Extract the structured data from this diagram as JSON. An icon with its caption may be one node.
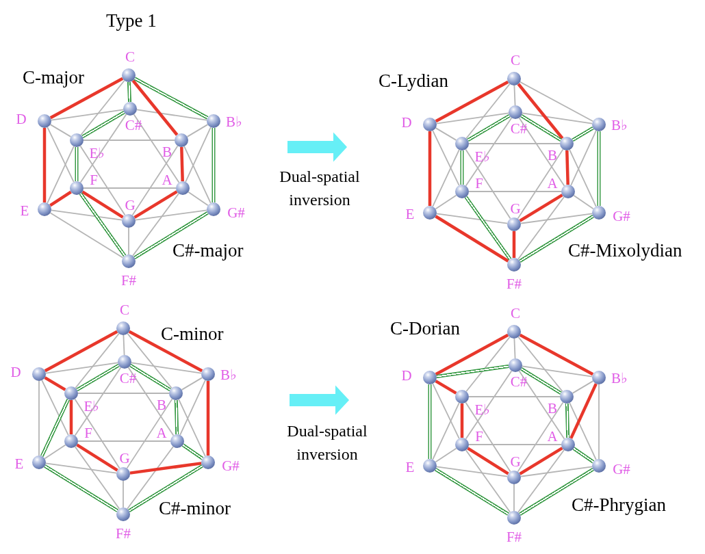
{
  "diagram": {
    "title": "Type 1",
    "nodes": [
      {
        "text": [],
        "shape": "circle",
        "beside": [
          "C"
        ]
      },
      {
        "text": [],
        "shape": "circle",
        "beside": [
          "C#"
        ]
      },
      {
        "text": [],
        "shape": "circle",
        "beside": [
          "D"
        ]
      },
      {
        "text": [],
        "shape": "circle",
        "beside": [
          "B♭"
        ]
      },
      {
        "text": [],
        "shape": "circle",
        "beside": [
          "E♭"
        ]
      },
      {
        "text": [],
        "shape": "circle",
        "beside": [
          "B"
        ]
      },
      {
        "text": [],
        "shape": "circle",
        "beside": [
          "F"
        ]
      },
      {
        "text": [],
        "shape": "circle",
        "beside": [
          "A"
        ]
      },
      {
        "text": [],
        "shape": "circle",
        "beside": [
          "E"
        ]
      },
      {
        "text": [],
        "shape": "circle",
        "beside": [
          "G#"
        ]
      },
      {
        "text": [],
        "shape": "circle",
        "beside": [
          "G"
        ]
      },
      {
        "text": [],
        "shape": "circle",
        "beside": [
          "F#"
        ]
      },
      {
        "text": [],
        "shape": "circle",
        "beside": [
          "C"
        ]
      },
      {
        "text": [],
        "shape": "circle",
        "beside": [
          "C#"
        ]
      },
      {
        "text": [],
        "shape": "circle",
        "beside": [
          "D"
        ]
      },
      {
        "text": [],
        "shape": "circle",
        "beside": [
          "B♭"
        ]
      },
      {
        "text": [],
        "shape": "circle",
        "beside": [
          "E♭"
        ]
      },
      {
        "text": [],
        "shape": "circle",
        "beside": [
          "B"
        ]
      },
      {
        "text": [],
        "shape": "circle",
        "beside": [
          "F"
        ]
      },
      {
        "text": [],
        "shape": "circle",
        "beside": [
          "A"
        ]
      },
      {
        "text": [],
        "shape": "circle",
        "beside": [
          "E"
        ]
      },
      {
        "text": [],
        "shape": "circle",
        "beside": [
          "G#"
        ]
      },
      {
        "text": [],
        "shape": "circle",
        "beside": [
          "G"
        ]
      },
      {
        "text": [],
        "shape": "circle",
        "beside": [
          "F#"
        ]
      },
      {
        "text": [],
        "shape": "circle",
        "beside": [
          "C"
        ]
      },
      {
        "text": [],
        "shape": "circle",
        "beside": [
          "C#"
        ]
      },
      {
        "text": [],
        "shape": "circle",
        "beside": [
          "D"
        ]
      },
      {
        "text": [],
        "shape": "circle",
        "beside": [
          "B♭"
        ]
      },
      {
        "text": [],
        "shape": "circle",
        "beside": [
          "E♭"
        ]
      },
      {
        "text": [],
        "shape": "circle",
        "beside": [
          "B"
        ]
      },
      {
        "text": [],
        "shape": "circle",
        "beside": [
          "F"
        ]
      },
      {
        "text": [],
        "shape": "circle",
        "beside": [
          "A"
        ]
      },
      {
        "text": [],
        "shape": "circle",
        "beside": [
          "E"
        ]
      },
      {
        "text": [],
        "shape": "circle",
        "beside": [
          "G#"
        ]
      },
      {
        "text": [],
        "shape": "circle",
        "beside": [
          "G"
        ]
      },
      {
        "text": [],
        "shape": "circle",
        "beside": [
          "F#"
        ]
      },
      {
        "text": [],
        "shape": "circle",
        "beside": [
          "C"
        ]
      },
      {
        "text": [],
        "shape": "circle",
        "beside": [
          "C#"
        ]
      },
      {
        "text": [],
        "shape": "circle",
        "beside": [
          "D"
        ]
      },
      {
        "text": [],
        "shape": "circle",
        "beside": [
          "B♭"
        ]
      },
      {
        "text": [],
        "shape": "circle",
        "beside": [
          "E♭"
        ]
      },
      {
        "text": [],
        "shape": "circle",
        "beside": [
          "B"
        ]
      },
      {
        "text": [],
        "shape": "circle",
        "beside": [
          "F"
        ]
      },
      {
        "text": [],
        "shape": "circle",
        "beside": [
          "A"
        ]
      },
      {
        "text": [],
        "shape": "circle",
        "beside": [
          "E"
        ]
      },
      {
        "text": [],
        "shape": "circle",
        "beside": [
          "G#"
        ]
      },
      {
        "text": [],
        "shape": "circle",
        "beside": [
          "G"
        ]
      },
      {
        "text": [],
        "shape": "circle",
        "beside": [
          "F#"
        ]
      }
    ],
    "edges": [
      {
        "from": 0,
        "to": 2,
        "arrow": "none",
        "style": "thick",
        "color": "#e8372b"
      },
      {
        "from": 2,
        "to": 8,
        "arrow": "none",
        "style": "thick",
        "color": "#e8372b"
      },
      {
        "from": 8,
        "to": 6,
        "arrow": "none",
        "style": "thick",
        "color": "#e8372b"
      },
      {
        "from": 6,
        "to": 10,
        "arrow": "none",
        "style": "thick",
        "color": "#e8372b"
      },
      {
        "from": 10,
        "to": 7,
        "arrow": "none",
        "style": "thick",
        "color": "#e8372b"
      },
      {
        "from": 7,
        "to": 5,
        "arrow": "none",
        "style": "thick",
        "color": "#e8372b"
      },
      {
        "from": 5,
        "to": 0,
        "arrow": "none",
        "style": "thick",
        "color": "#e8372b"
      },
      {
        "from": 0,
        "to": 1,
        "arrow": "none",
        "color": "#3a9b47"
      },
      {
        "from": 1,
        "to": 4,
        "arrow": "none",
        "color": "#3a9b47"
      },
      {
        "from": 4,
        "to": 6,
        "arrow": "none",
        "color": "#3a9b47"
      },
      {
        "from": 6,
        "to": 11,
        "arrow": "none",
        "color": "#3a9b47"
      },
      {
        "from": 11,
        "to": 9,
        "arrow": "none",
        "color": "#3a9b47"
      },
      {
        "from": 9,
        "to": 3,
        "arrow": "none",
        "color": "#3a9b47"
      },
      {
        "from": 3,
        "to": 0,
        "arrow": "none",
        "color": "#3a9b47"
      },
      {
        "from": 11,
        "to": 8,
        "arrow": "none"
      },
      {
        "from": 3,
        "to": 5,
        "arrow": "none"
      },
      {
        "from": 9,
        "to": 7,
        "arrow": "none"
      },
      {
        "from": 11,
        "to": 10,
        "arrow": "none"
      },
      {
        "from": 2,
        "to": 4,
        "arrow": "none"
      },
      {
        "from": 1,
        "to": 2,
        "arrow": "none"
      },
      {
        "from": 1,
        "to": 3,
        "arrow": "none"
      },
      {
        "from": 5,
        "to": 9,
        "arrow": "none"
      },
      {
        "from": 7,
        "to": 3,
        "arrow": "none"
      },
      {
        "from": 7,
        "to": 11,
        "arrow": "none"
      },
      {
        "from": 10,
        "to": 9,
        "arrow": "none"
      },
      {
        "from": 10,
        "to": 8,
        "arrow": "none"
      },
      {
        "from": 6,
        "to": 2,
        "arrow": "none"
      },
      {
        "from": 4,
        "to": 8,
        "arrow": "none"
      },
      {
        "from": 4,
        "to": 0,
        "arrow": "none"
      },
      {
        "from": 1,
        "to": 6,
        "arrow": "none"
      },
      {
        "from": 6,
        "to": 7,
        "arrow": "none"
      },
      {
        "from": 7,
        "to": 1,
        "arrow": "none"
      },
      {
        "from": 5,
        "to": 10,
        "arrow": "none"
      },
      {
        "from": 10,
        "to": 4,
        "arrow": "none"
      },
      {
        "from": 4,
        "to": 5,
        "arrow": "none"
      },
      {
        "from": 12,
        "to": 14,
        "arrow": "none",
        "style": "thick",
        "color": "#e8372b"
      },
      {
        "from": 14,
        "to": 20,
        "arrow": "none",
        "style": "thick",
        "color": "#e8372b"
      },
      {
        "from": 20,
        "to": 23,
        "arrow": "none",
        "style": "thick",
        "color": "#e8372b"
      },
      {
        "from": 23,
        "to": 22,
        "arrow": "none",
        "style": "thick",
        "color": "#e8372b"
      },
      {
        "from": 22,
        "to": 19,
        "arrow": "none",
        "style": "thick",
        "color": "#e8372b"
      },
      {
        "from": 19,
        "to": 17,
        "arrow": "none",
        "style": "thick",
        "color": "#e8372b"
      },
      {
        "from": 17,
        "to": 12,
        "arrow": "none",
        "style": "thick",
        "color": "#e8372b"
      },
      {
        "from": 13,
        "to": 16,
        "arrow": "none",
        "color": "#3a9b47"
      },
      {
        "from": 16,
        "to": 18,
        "arrow": "none",
        "color": "#3a9b47"
      },
      {
        "from": 18,
        "to": 23,
        "arrow": "none",
        "color": "#3a9b47"
      },
      {
        "from": 23,
        "to": 21,
        "arrow": "none",
        "color": "#3a9b47"
      },
      {
        "from": 21,
        "to": 15,
        "arrow": "none",
        "color": "#3a9b47"
      },
      {
        "from": 15,
        "to": 17,
        "arrow": "none",
        "color": "#3a9b47"
      },
      {
        "from": 17,
        "to": 13,
        "arrow": "none",
        "color": "#3a9b47"
      },
      {
        "from": 12,
        "to": 15,
        "arrow": "none"
      },
      {
        "from": 12,
        "to": 13,
        "arrow": "none"
      },
      {
        "from": 21,
        "to": 19,
        "arrow": "none"
      },
      {
        "from": 20,
        "to": 18,
        "arrow": "none"
      },
      {
        "from": 14,
        "to": 16,
        "arrow": "none"
      },
      {
        "from": 13,
        "to": 14,
        "arrow": "none"
      },
      {
        "from": 13,
        "to": 15,
        "arrow": "none"
      },
      {
        "from": 17,
        "to": 21,
        "arrow": "none"
      },
      {
        "from": 19,
        "to": 15,
        "arrow": "none"
      },
      {
        "from": 19,
        "to": 23,
        "arrow": "none"
      },
      {
        "from": 22,
        "to": 21,
        "arrow": "none"
      },
      {
        "from": 22,
        "to": 20,
        "arrow": "none"
      },
      {
        "from": 18,
        "to": 14,
        "arrow": "none"
      },
      {
        "from": 16,
        "to": 20,
        "arrow": "none"
      },
      {
        "from": 16,
        "to": 12,
        "arrow": "none"
      },
      {
        "from": 13,
        "to": 18,
        "arrow": "none"
      },
      {
        "from": 18,
        "to": 19,
        "arrow": "none"
      },
      {
        "from": 19,
        "to": 13,
        "arrow": "none"
      },
      {
        "from": 17,
        "to": 22,
        "arrow": "none"
      },
      {
        "from": 22,
        "to": 16,
        "arrow": "none"
      },
      {
        "from": 16,
        "to": 17,
        "arrow": "none"
      },
      {
        "from": 24,
        "to": 26,
        "arrow": "none",
        "style": "thick",
        "color": "#e8372b"
      },
      {
        "from": 26,
        "to": 28,
        "arrow": "none",
        "style": "thick",
        "color": "#e8372b"
      },
      {
        "from": 28,
        "to": 30,
        "arrow": "none",
        "style": "thick",
        "color": "#e8372b"
      },
      {
        "from": 30,
        "to": 34,
        "arrow": "none",
        "style": "thick",
        "color": "#e8372b"
      },
      {
        "from": 34,
        "to": 33,
        "arrow": "none",
        "style": "thick",
        "color": "#e8372b"
      },
      {
        "from": 33,
        "to": 27,
        "arrow": "none",
        "style": "thick",
        "color": "#e8372b"
      },
      {
        "from": 27,
        "to": 24,
        "arrow": "none",
        "style": "thick",
        "color": "#e8372b"
      },
      {
        "from": 25,
        "to": 28,
        "arrow": "none",
        "color": "#3a9b47"
      },
      {
        "from": 28,
        "to": 32,
        "arrow": "none",
        "color": "#3a9b47"
      },
      {
        "from": 32,
        "to": 35,
        "arrow": "none",
        "color": "#3a9b47"
      },
      {
        "from": 35,
        "to": 33,
        "arrow": "none",
        "color": "#3a9b47"
      },
      {
        "from": 33,
        "to": 31,
        "arrow": "none",
        "color": "#3a9b47"
      },
      {
        "from": 31,
        "to": 29,
        "arrow": "none",
        "color": "#3a9b47"
      },
      {
        "from": 29,
        "to": 25,
        "arrow": "none",
        "color": "#3a9b47"
      },
      {
        "from": 32,
        "to": 26,
        "arrow": "none"
      },
      {
        "from": 24,
        "to": 25,
        "arrow": "none"
      },
      {
        "from": 27,
        "to": 29,
        "arrow": "none"
      },
      {
        "from": 35,
        "to": 34,
        "arrow": "none"
      },
      {
        "from": 32,
        "to": 30,
        "arrow": "none"
      },
      {
        "from": 25,
        "to": 26,
        "arrow": "none"
      },
      {
        "from": 25,
        "to": 27,
        "arrow": "none"
      },
      {
        "from": 29,
        "to": 24,
        "arrow": "none"
      },
      {
        "from": 29,
        "to": 33,
        "arrow": "none"
      },
      {
        "from": 31,
        "to": 27,
        "arrow": "none"
      },
      {
        "from": 31,
        "to": 35,
        "arrow": "none"
      },
      {
        "from": 34,
        "to": 32,
        "arrow": "none"
      },
      {
        "from": 30,
        "to": 35,
        "arrow": "none"
      },
      {
        "from": 30,
        "to": 26,
        "arrow": "none"
      },
      {
        "from": 28,
        "to": 24,
        "arrow": "none"
      },
      {
        "from": 25,
        "to": 30,
        "arrow": "none"
      },
      {
        "from": 30,
        "to": 31,
        "arrow": "none"
      },
      {
        "from": 31,
        "to": 25,
        "arrow": "none"
      },
      {
        "from": 29,
        "to": 34,
        "arrow": "none"
      },
      {
        "from": 34,
        "to": 28,
        "arrow": "none"
      },
      {
        "from": 28,
        "to": 29,
        "arrow": "none"
      },
      {
        "from": 36,
        "to": 38,
        "arrow": "none",
        "style": "thick",
        "color": "#e8372b"
      },
      {
        "from": 38,
        "to": 40,
        "arrow": "none",
        "style": "thick",
        "color": "#e8372b"
      },
      {
        "from": 40,
        "to": 42,
        "arrow": "none",
        "style": "thick",
        "color": "#e8372b"
      },
      {
        "from": 42,
        "to": 46,
        "arrow": "none",
        "style": "thick",
        "color": "#e8372b"
      },
      {
        "from": 46,
        "to": 43,
        "arrow": "none",
        "style": "thick",
        "color": "#e8372b"
      },
      {
        "from": 43,
        "to": 39,
        "arrow": "none",
        "style": "thick",
        "color": "#e8372b"
      },
      {
        "from": 39,
        "to": 36,
        "arrow": "none",
        "style": "thick",
        "color": "#e8372b"
      },
      {
        "from": 37,
        "to": 38,
        "arrow": "none",
        "color": "#3a9b47"
      },
      {
        "from": 38,
        "to": 44,
        "arrow": "none",
        "color": "#3a9b47"
      },
      {
        "from": 44,
        "to": 47,
        "arrow": "none",
        "color": "#3a9b47"
      },
      {
        "from": 47,
        "to": 45,
        "arrow": "none",
        "color": "#3a9b47"
      },
      {
        "from": 45,
        "to": 43,
        "arrow": "none",
        "color": "#3a9b47"
      },
      {
        "from": 43,
        "to": 41,
        "arrow": "none",
        "color": "#3a9b47"
      },
      {
        "from": 41,
        "to": 37,
        "arrow": "none",
        "color": "#3a9b47"
      },
      {
        "from": 39,
        "to": 45,
        "arrow": "none"
      },
      {
        "from": 36,
        "to": 37,
        "arrow": "none"
      },
      {
        "from": 39,
        "to": 41,
        "arrow": "none"
      },
      {
        "from": 47,
        "to": 46,
        "arrow": "none"
      },
      {
        "from": 44,
        "to": 42,
        "arrow": "none"
      },
      {
        "from": 37,
        "to": 39,
        "arrow": "none"
      },
      {
        "from": 41,
        "to": 36,
        "arrow": "none"
      },
      {
        "from": 41,
        "to": 45,
        "arrow": "none"
      },
      {
        "from": 43,
        "to": 47,
        "arrow": "none"
      },
      {
        "from": 46,
        "to": 45,
        "arrow": "none"
      },
      {
        "from": 46,
        "to": 44,
        "arrow": "none"
      },
      {
        "from": 42,
        "to": 47,
        "arrow": "none"
      },
      {
        "from": 42,
        "to": 38,
        "arrow": "none"
      },
      {
        "from": 40,
        "to": 44,
        "arrow": "none"
      },
      {
        "from": 40,
        "to": 36,
        "arrow": "none"
      },
      {
        "from": 37,
        "to": 42,
        "arrow": "none"
      },
      {
        "from": 42,
        "to": 43,
        "arrow": "none"
      },
      {
        "from": 43,
        "to": 37,
        "arrow": "none"
      },
      {
        "from": 41,
        "to": 46,
        "arrow": "none"
      },
      {
        "from": 46,
        "to": 40,
        "arrow": "none"
      },
      {
        "from": 40,
        "to": 41,
        "arrow": "none"
      }
    ],
    "labels": [
      "C-major",
      "C-Lydian",
      "Dual-spatial inversion",
      "C#-major",
      "C#-Mixolydian",
      "C-minor",
      "C-Dorian",
      "Dual-spatial inversion",
      "C#-minor",
      "C#-Phrygian"
    ]
  }
}
